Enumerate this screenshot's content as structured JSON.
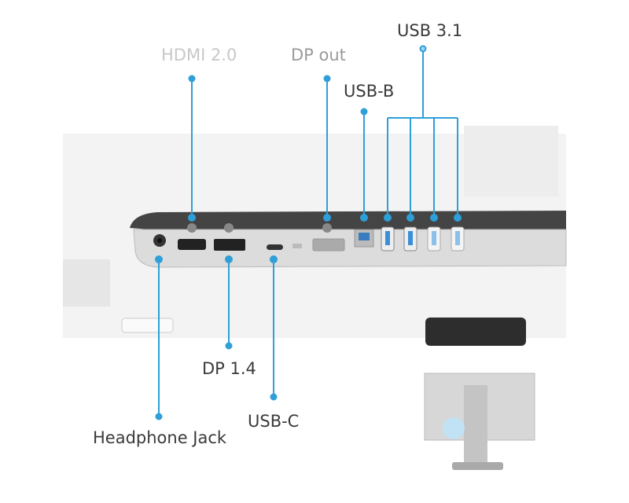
{
  "labels": {
    "hdmi": "HDMI 2.0",
    "dp_out": "DP out",
    "usb_b": "USB-B",
    "usb31": "USB 3.1",
    "dp14": "DP 1.4",
    "usbc": "USB-C",
    "headphone": "Headphone Jack"
  },
  "colors": {
    "callout": "#2e9fd8",
    "text": "#3a3a3a"
  }
}
